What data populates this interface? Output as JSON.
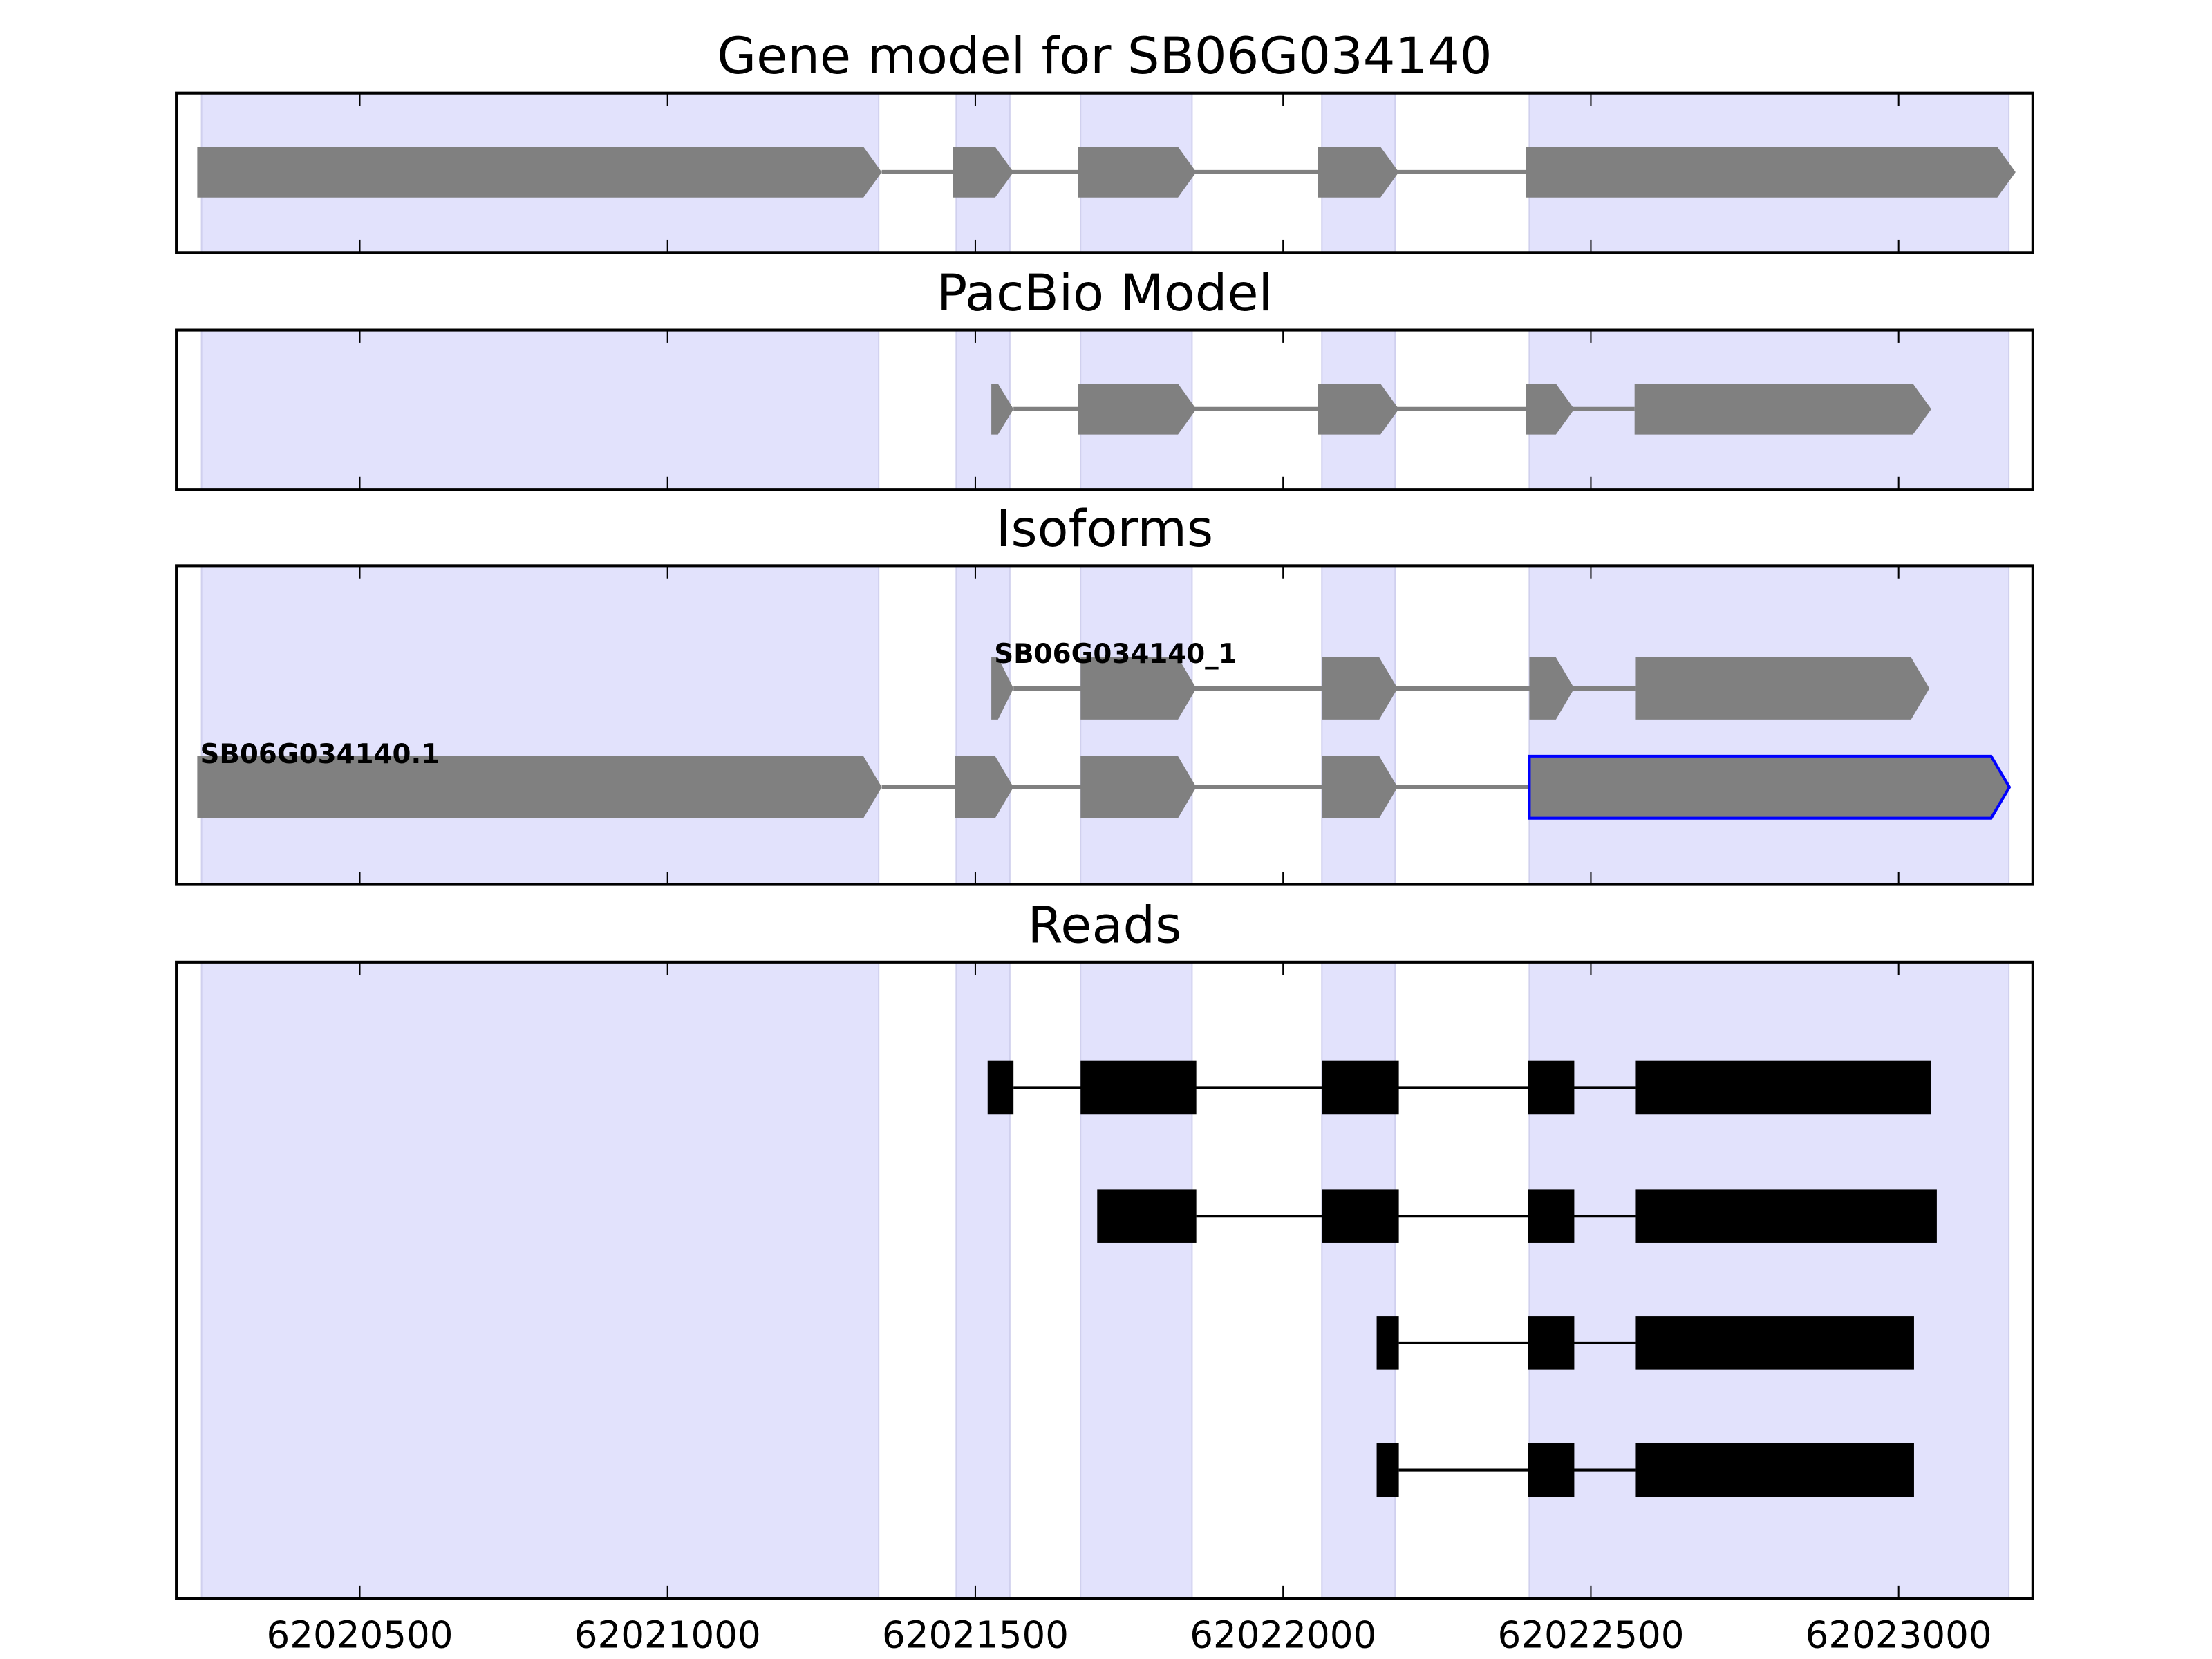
{
  "chart_data": {
    "type": "gene-track",
    "xlim": [
      62020202,
      62023218
    ],
    "xticks": [
      62020500,
      62021000,
      62021500,
      62022000,
      62022500,
      62023000
    ],
    "xtick_labels": [
      "62020500",
      "62021000",
      "62021500",
      "62022000",
      "62022500",
      "62023000"
    ],
    "shade_color": "#e2e2fc",
    "shaded_regions": [
      [
        62020243,
        62021343
      ],
      [
        62021469,
        62021556
      ],
      [
        62021671,
        62021852
      ],
      [
        62022063,
        62022182
      ],
      [
        62022400,
        62023179
      ]
    ],
    "panels": [
      {
        "title": "Gene model for SB06G034140",
        "tracks": [
          {
            "label": "",
            "color": "#808080",
            "arrows": true,
            "exons": [
              [
                62020236,
                62021348
              ],
              [
                62021463,
                62021562
              ],
              [
                62021667,
                62021859
              ],
              [
                62022057,
                62022188
              ],
              [
                62022394,
                62023190
              ]
            ]
          }
        ]
      },
      {
        "title": "PacBio Model",
        "tracks": [
          {
            "label": "",
            "color": "#808080",
            "arrows": true,
            "exons": [
              [
                62021526,
                62021562
              ],
              [
                62021667,
                62021859
              ],
              [
                62022057,
                62022188
              ],
              [
                62022394,
                62022473
              ],
              [
                62022571,
                62023053
              ]
            ]
          }
        ]
      },
      {
        "title": "Isoforms",
        "tracks": [
          {
            "label": "SB06G034140_1",
            "color": "#808080",
            "arrows": true,
            "exons": [
              [
                62021526,
                62021562
              ],
              [
                62021671,
                62021859
              ],
              [
                62022063,
                62022186
              ],
              [
                62022400,
                62022473
              ],
              [
                62022573,
                62023050
              ]
            ]
          },
          {
            "label": "SB06G034140.1",
            "color": "#808080",
            "arrows": true,
            "highlight_last": "#0000ff",
            "exons": [
              [
                62020236,
                62021348
              ],
              [
                62021467,
                62021562
              ],
              [
                62021671,
                62021859
              ],
              [
                62022063,
                62022186
              ],
              [
                62022400,
                62023180
              ]
            ]
          }
        ]
      },
      {
        "title": "Reads",
        "tracks": [
          {
            "label": "",
            "color": "#000000",
            "arrows": false,
            "exons": [
              [
                62021520,
                62021562
              ],
              [
                62021671,
                62021859
              ],
              [
                62022063,
                62022188
              ],
              [
                62022398,
                62022473
              ],
              [
                62022573,
                62023053
              ]
            ]
          },
          {
            "label": "",
            "color": "#000000",
            "arrows": false,
            "exons": [
              [
                62021698,
                62021859
              ],
              [
                62022063,
                62022188
              ],
              [
                62022398,
                62022473
              ],
              [
                62022573,
                62023062
              ]
            ]
          },
          {
            "label": "",
            "color": "#000000",
            "arrows": false,
            "exons": [
              [
                62022152,
                62022188
              ],
              [
                62022398,
                62022473
              ],
              [
                62022573,
                62023025
              ]
            ]
          },
          {
            "label": "",
            "color": "#000000",
            "arrows": false,
            "exons": [
              [
                62022152,
                62022188
              ],
              [
                62022398,
                62022473
              ],
              [
                62022573,
                62023025
              ]
            ]
          }
        ]
      }
    ]
  }
}
